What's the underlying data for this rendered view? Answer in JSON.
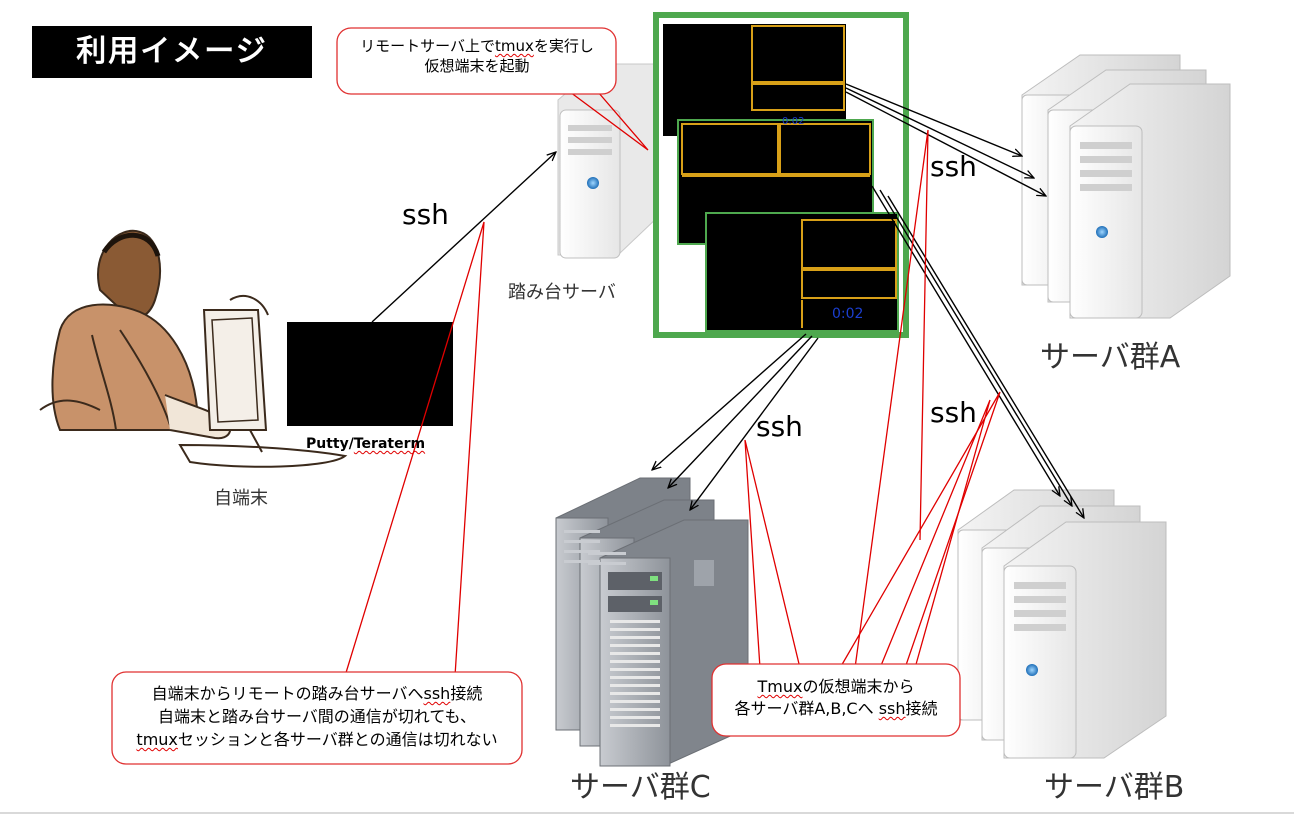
{
  "title": "利用イメージ",
  "callouts": {
    "top": {
      "line1_pre": "リモートサーバ上で",
      "line1_code": "tmux",
      "line1_post": "を実行し",
      "line2": "仮想端末を起動"
    },
    "bottom_left": {
      "line1_pre": "自端末からリモートの踏み台サーバへ",
      "line1_code": "ssh",
      "line1_post": "接続",
      "line2": "自端末と踏み台サーバ間の通信が切れても、",
      "line3_code": "tmux",
      "line3_post": "セッションと各サーバ群との通信は切れない"
    },
    "bottom_right": {
      "line1_code": "Tmux",
      "line1_post": "の仮想端末から",
      "line2_pre": "各サーバ群A,B,Cへ ",
      "line2_code": "ssh",
      "line2_post": "接続"
    }
  },
  "labels": {
    "ssh_left": "ssh",
    "ssh_top_right": "ssh",
    "ssh_bottom_mid": "ssh",
    "ssh_bottom_right": "ssh",
    "fumidai": "踏み台サーバ",
    "putty": "Putty/",
    "teraterm": "Teraterm",
    "jitanmatsu": "自端末",
    "group_a": "サーバ群A",
    "group_b": "サーバ群B",
    "group_c": "サーバ群C"
  },
  "screens": {
    "clock1": "0:02",
    "clock2": "0:02"
  },
  "colors": {
    "callout_border": "#e03030",
    "connector": "#e00000",
    "arrow": "#000000",
    "tmux_frame": "#4ea84e",
    "pane_border": "#d8a018"
  }
}
